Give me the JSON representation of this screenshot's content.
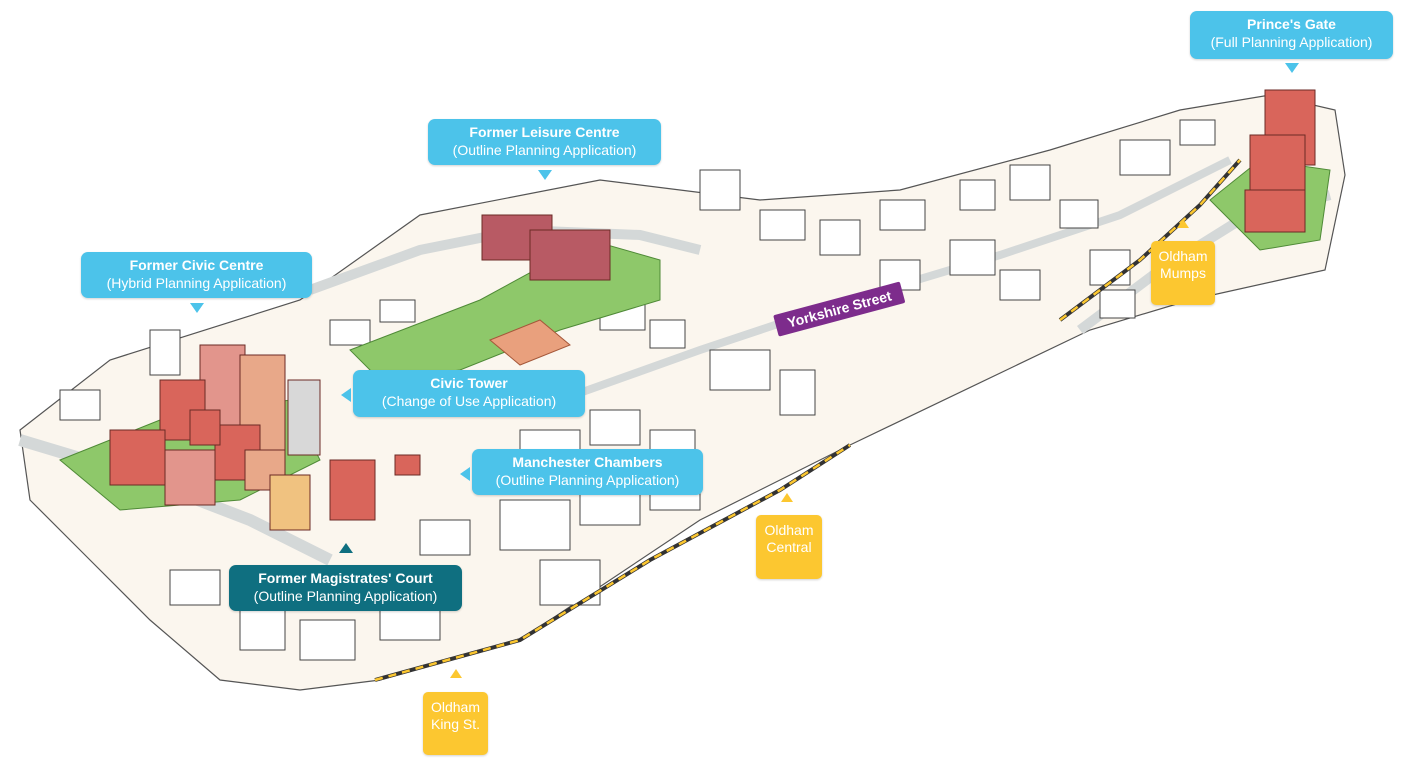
{
  "callouts": {
    "princes_gate": {
      "title": "Prince's Gate",
      "subtitle": "(Full Planning Application)"
    },
    "leisure_centre": {
      "title": "Former Leisure Centre",
      "subtitle": "(Outline Planning Application)"
    },
    "civic_centre": {
      "title": "Former Civic Centre",
      "subtitle": "(Hybrid Planning Application)"
    },
    "civic_tower": {
      "title": "Civic Tower",
      "subtitle": "(Change of Use Application)"
    },
    "manchester_chambers": {
      "title": "Manchester Chambers",
      "subtitle": "(Outline Planning Application)"
    },
    "magistrates_court": {
      "title": "Former Magistrates' Court",
      "subtitle": "(Outline Planning Application)"
    }
  },
  "stations": {
    "mumps": {
      "line1": "Oldham",
      "line2": "Mumps"
    },
    "central": {
      "line1": "Oldham",
      "line2": "Central"
    },
    "king_st": {
      "line1": "Oldham",
      "line2": "King St."
    }
  },
  "street": {
    "yorkshire": "Yorkshire Street"
  },
  "colors": {
    "callout_blue": "#4cc3ea",
    "callout_teal": "#0f6f80",
    "station_yellow": "#fcc730",
    "street_purple": "#7d2c8c",
    "building_red": "#d9655b",
    "park_green": "#7fbf5a"
  }
}
